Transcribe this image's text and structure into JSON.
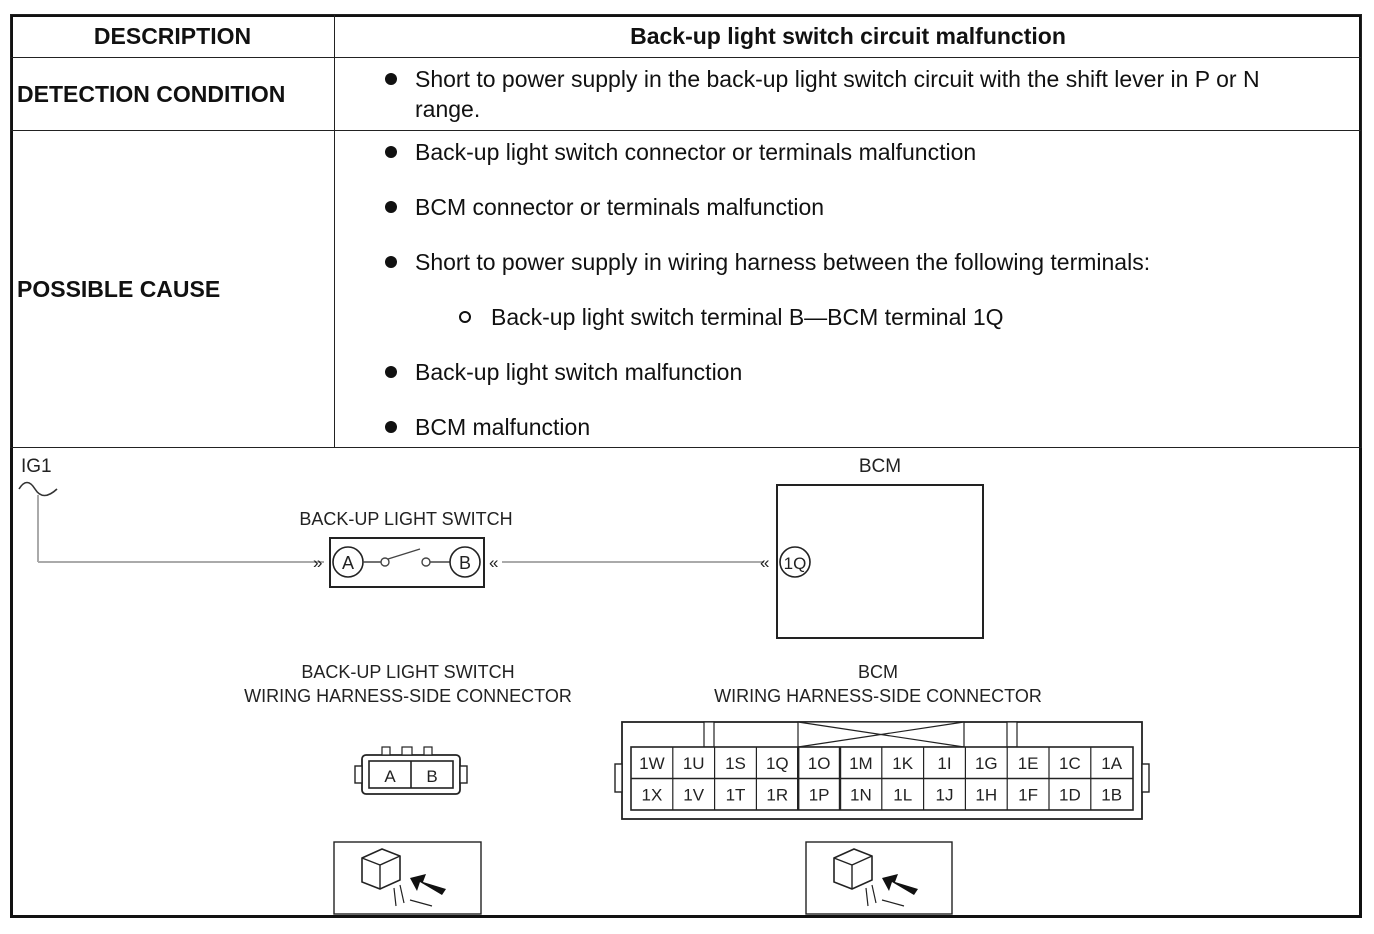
{
  "table": {
    "header": {
      "label": "DESCRIPTION",
      "title": "Back-up light switch circuit malfunction"
    },
    "detection": {
      "label": "DETECTION CONDITION",
      "items": [
        "Short to power supply in the back-up light switch circuit with the shift lever in P or N range."
      ]
    },
    "cause": {
      "label": "POSSIBLE CAUSE",
      "items": [
        "Back-up light switch connector or terminals malfunction",
        "BCM connector or terminals malfunction",
        "Short to power supply in wiring harness between the following terminals:",
        "Back-up light switch malfunction",
        "BCM malfunction"
      ],
      "subitem": "Back-up light switch terminal B—BCM terminal 1Q"
    }
  },
  "diagram": {
    "power_label": "IG1",
    "switch_label": "BACK-UP LIGHT SWITCH",
    "switch_terminal_a": "A",
    "switch_terminal_b": "B",
    "bcm_label": "BCM",
    "bcm_terminal": "1Q",
    "switch_connector": {
      "title_line1": "BACK-UP LIGHT SWITCH",
      "title_line2": "WIRING HARNESS-SIDE CONNECTOR",
      "pins": [
        "A",
        "B"
      ]
    },
    "bcm_connector": {
      "title_line1": "BCM",
      "title_line2": "WIRING HARNESS-SIDE CONNECTOR",
      "row1": [
        "1W",
        "1U",
        "1S",
        "1Q",
        "1O",
        "1M",
        "1K",
        "1I",
        "1G",
        "1E",
        "1C",
        "1A"
      ],
      "row2": [
        "1X",
        "1V",
        "1T",
        "1R",
        "1P",
        "1N",
        "1L",
        "1J",
        "1H",
        "1F",
        "1D",
        "1B"
      ]
    }
  }
}
